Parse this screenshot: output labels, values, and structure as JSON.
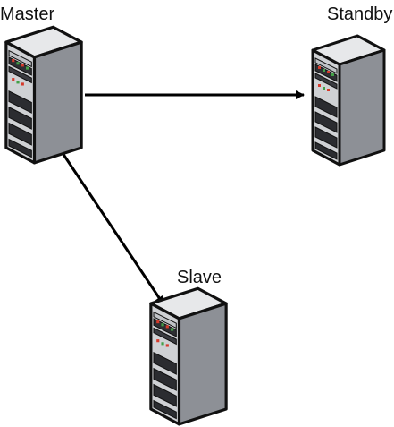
{
  "diagram": {
    "nodes": [
      {
        "id": "master",
        "label": "Master",
        "icon": "server-icon"
      },
      {
        "id": "standby",
        "label": "Standby",
        "icon": "server-icon"
      },
      {
        "id": "slave",
        "label": "Slave",
        "icon": "server-icon"
      }
    ],
    "edges": [
      {
        "from": "master",
        "to": "standby"
      },
      {
        "from": "master",
        "to": "slave"
      }
    ],
    "colors": {
      "line": "#000000",
      "server_front": "#cfd1d4",
      "server_side": "#8d9096",
      "server_top": "#e7e8ea",
      "led_red": "#d63b2c",
      "led_green": "#43a047"
    }
  }
}
